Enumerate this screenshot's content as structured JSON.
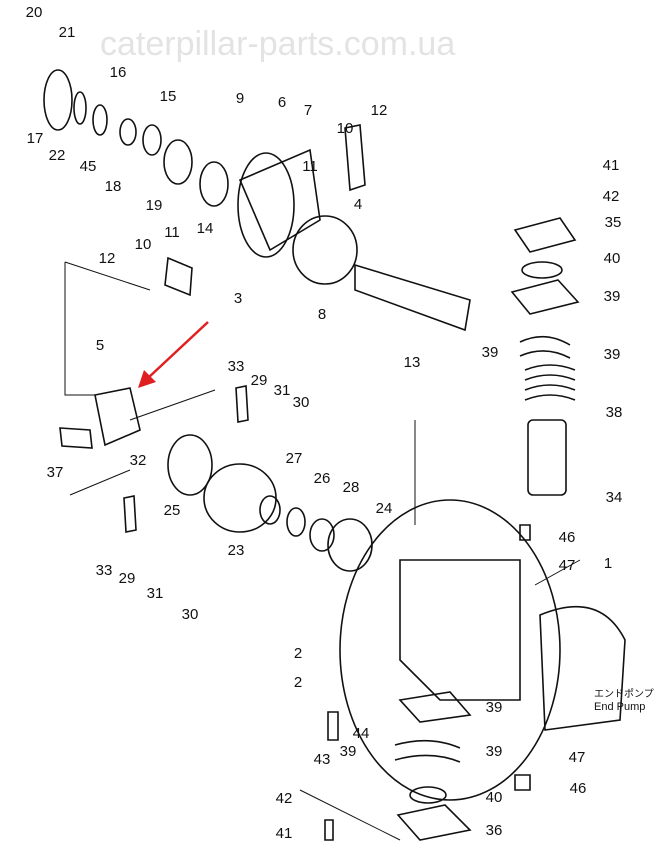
{
  "diagram": {
    "callouts": [
      "20",
      "21",
      "16",
      "15",
      "9",
      "6",
      "7",
      "12",
      "10",
      "17",
      "22",
      "45",
      "18",
      "19",
      "14",
      "11",
      "4",
      "41",
      "42",
      "35",
      "40",
      "39",
      "11",
      "10",
      "12",
      "3",
      "8",
      "13",
      "39",
      "39",
      "5",
      "33",
      "29",
      "31",
      "30",
      "38",
      "37",
      "32",
      "27",
      "26",
      "28",
      "25",
      "24",
      "34",
      "46",
      "47",
      "1",
      "23",
      "33",
      "29",
      "31",
      "30",
      "2",
      "2",
      "39",
      "44",
      "43",
      "39",
      "39",
      "47",
      "46",
      "40",
      "42",
      "41",
      "36"
    ],
    "end_pump_jp": "エンドポンプ",
    "end_pump_en": "End Pump",
    "watermark": "caterpillar-parts.com.ua",
    "highlight_color": "#e02020"
  }
}
